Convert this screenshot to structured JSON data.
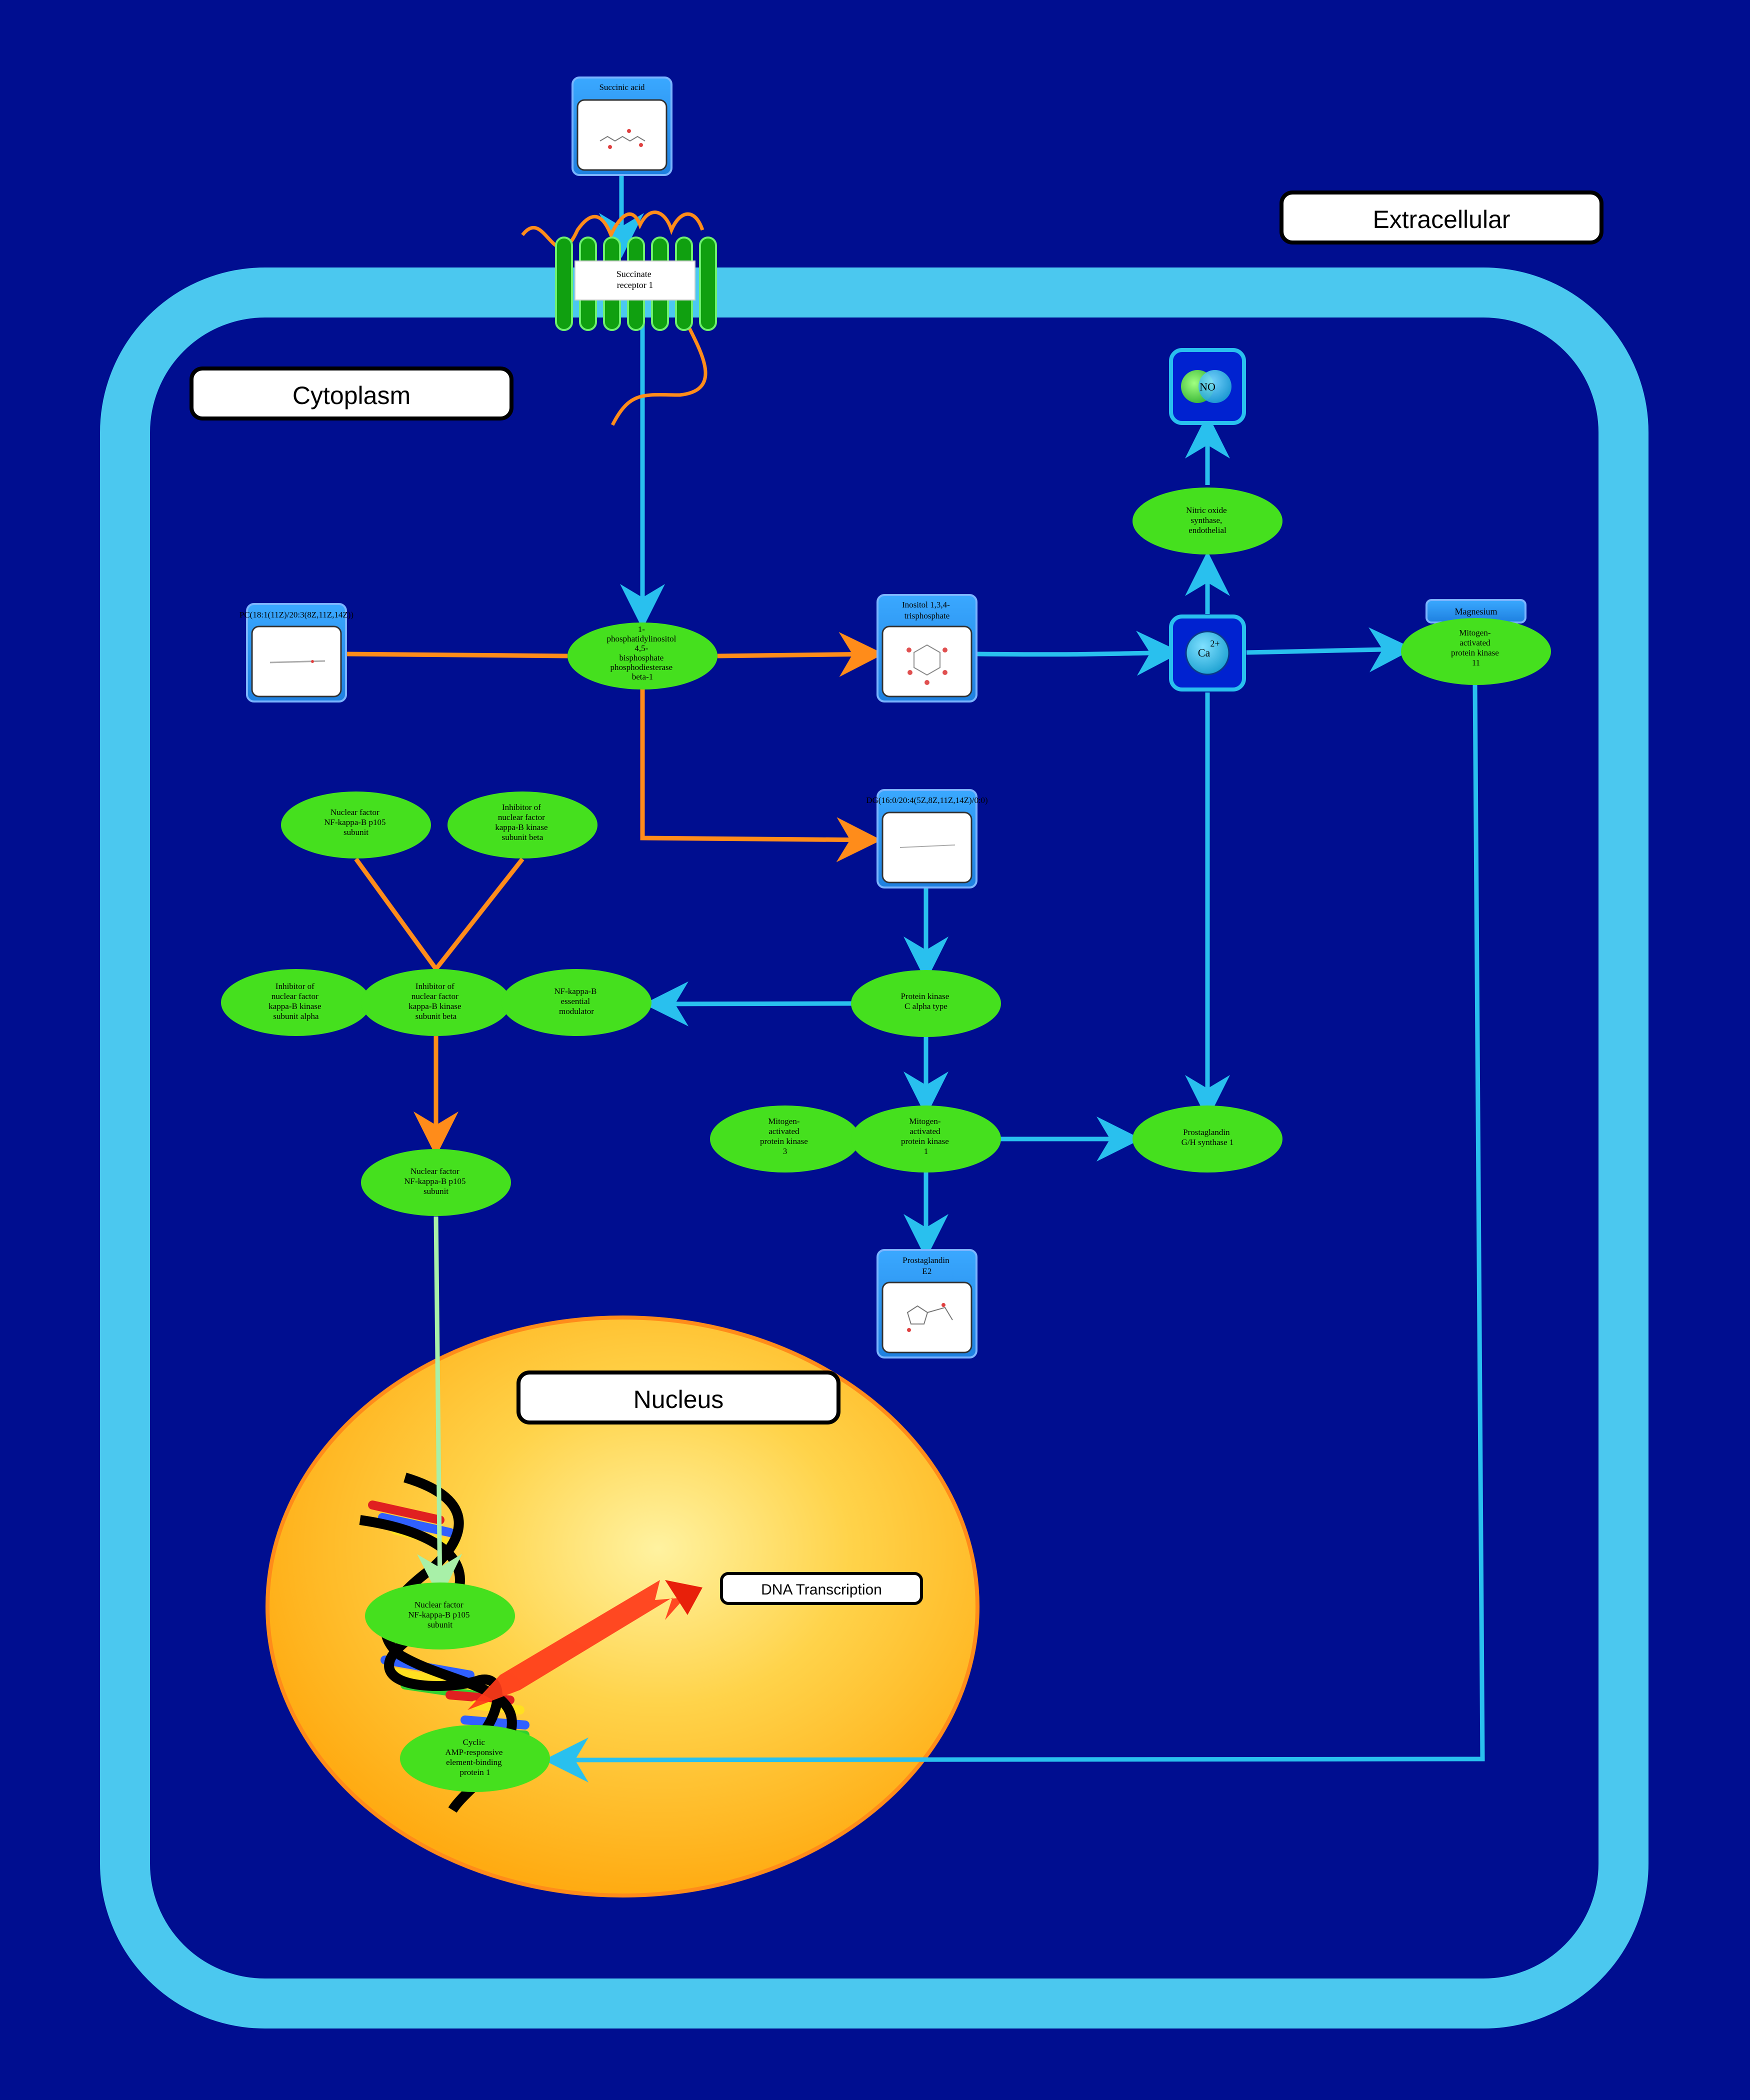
{
  "compartments": {
    "extracellular": "Extracellular",
    "cytoplasm": "Cytoplasm",
    "nucleus": "Nucleus",
    "dna_transcription": "DNA Transcription"
  },
  "metabolites": {
    "succinic_acid": "Succinic acid",
    "pc_left": "PC(18:1(11Z)/20:3(8Z,11Z,14Z))",
    "ip3": [
      "Inositol 1,3,4-",
      "trisphosphate"
    ],
    "dg": "DG(16:0/20:4(5Z,8Z,11Z,14Z)/0:0)",
    "pge2": [
      "Prostaglandin",
      "E2"
    ],
    "magnesium": "Magnesium"
  },
  "ions": {
    "calcium": "Ca",
    "calcium_charge": "2+",
    "nitric_oxide": "NO"
  },
  "receptor": {
    "label": [
      "Succinate",
      "receptor 1"
    ]
  },
  "proteins": {
    "plcb1": [
      "1-",
      "phosphatidylinositol",
      "4,5-",
      "bisphosphate",
      "phosphodiesterase",
      "beta-1"
    ],
    "nos3": [
      "Nitric oxide",
      "synthase,",
      "endothelial"
    ],
    "mapk11": [
      "Mitogen-",
      "activated",
      "protein kinase",
      "11"
    ],
    "nfkb1_top": [
      "Nuclear factor",
      "NF-kappa-B p105",
      "subunit"
    ],
    "ikbkb_top": [
      "Inhibitor of",
      "nuclear factor",
      "kappa-B kinase",
      "subunit beta"
    ],
    "ikbka": [
      "Inhibitor of",
      "nuclear factor",
      "kappa-B kinase",
      "subunit alpha"
    ],
    "ikbkb_mid": [
      "Inhibitor of",
      "nuclear factor",
      "kappa-B kinase",
      "subunit beta"
    ],
    "nemo": [
      "NF-kappa-B",
      "essential",
      "modulator"
    ],
    "pkca": [
      "Protein kinase",
      "C alpha type"
    ],
    "mapk3": [
      "Mitogen-",
      "activated",
      "protein kinase",
      "3"
    ],
    "mapk1": [
      "Mitogen-",
      "activated",
      "protein kinase",
      "1"
    ],
    "ptgs1": [
      "Prostaglandin",
      "G/H synthase 1"
    ],
    "nfkb1_cyto": [
      "Nuclear factor",
      "NF-kappa-B p105",
      "subunit"
    ],
    "nfkb1_nuc": [
      "Nuclear factor",
      "NF-kappa-B p105",
      "subunit"
    ],
    "creb1": [
      "Cyclic",
      "AMP-responsive",
      "element-binding",
      "protein 1"
    ]
  },
  "colors": {
    "background": "#000e90",
    "membrane": "#4bc8ef",
    "protein": "#45e01e",
    "edge_activation": "#29c0ee",
    "edge_reaction": "#ff8c1a",
    "edge_translocation": "#a8f0a8",
    "metabolite_header": "#1e90ef",
    "nucleus": "#ffb000"
  }
}
